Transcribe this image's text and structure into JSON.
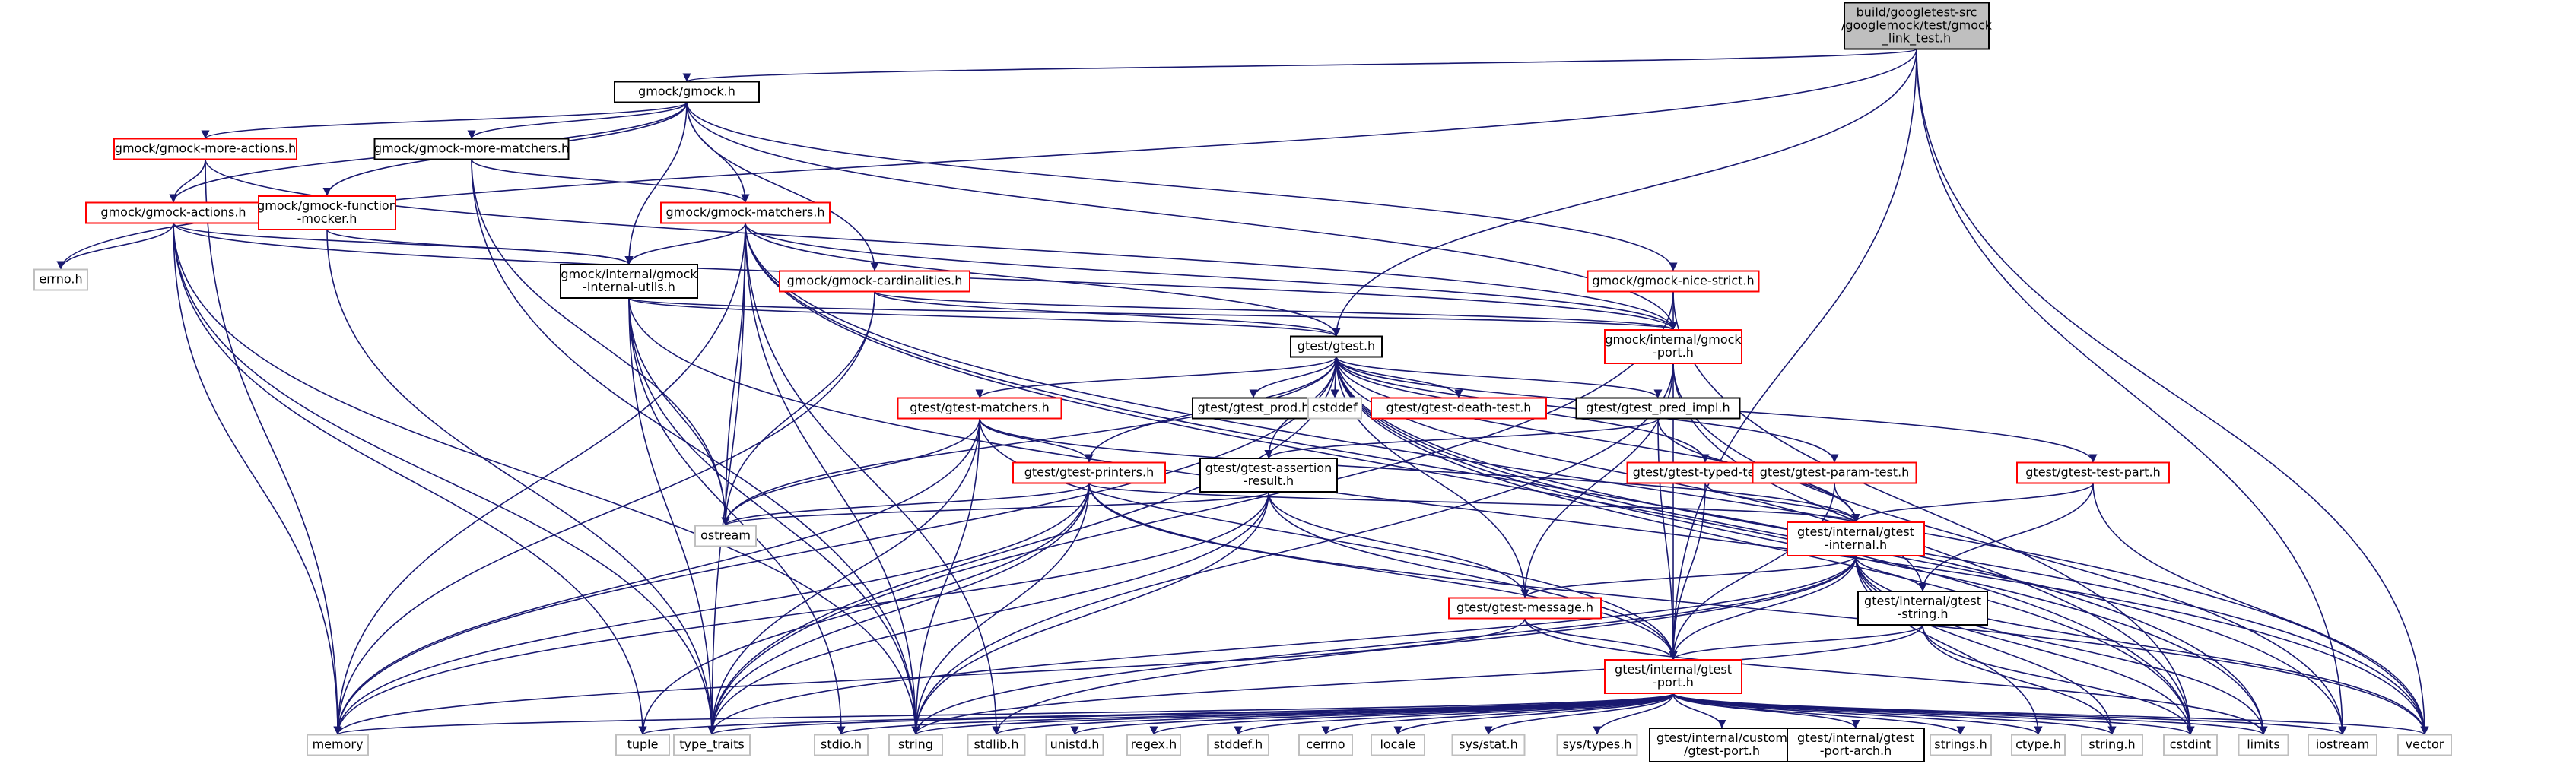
{
  "colors": {
    "edge": "#191970",
    "default_border": "#000000",
    "missing_border": "#ff0000",
    "system_border": "#bfbfbf",
    "root_fill": "#bfbfbf",
    "fill": "#ffffff"
  },
  "nodes": [
    {
      "id": "root",
      "lines": [
        "build/googletest-src",
        "/googlemock/test/gmock",
        "_link_test.h"
      ],
      "kind": "root"
    },
    {
      "id": "gmock_h",
      "lines": [
        "gmock/gmock.h"
      ],
      "kind": "default"
    },
    {
      "id": "more_actions",
      "lines": [
        "gmock/gmock-more-actions.h"
      ],
      "kind": "missing"
    },
    {
      "id": "more_matchers",
      "lines": [
        "gmock/gmock-more-matchers.h"
      ],
      "kind": "default"
    },
    {
      "id": "actions",
      "lines": [
        "gmock/gmock-actions.h"
      ],
      "kind": "missing"
    },
    {
      "id": "function_mocker",
      "lines": [
        "gmock/gmock-function",
        "-mocker.h"
      ],
      "kind": "missing"
    },
    {
      "id": "matchers",
      "lines": [
        "gmock/gmock-matchers.h"
      ],
      "kind": "missing"
    },
    {
      "id": "errno",
      "lines": [
        "errno.h"
      ],
      "kind": "system"
    },
    {
      "id": "internal_utils",
      "lines": [
        "gmock/internal/gmock",
        "-internal-utils.h"
      ],
      "kind": "default"
    },
    {
      "id": "cardinalities",
      "lines": [
        "gmock/gmock-cardinalities.h"
      ],
      "kind": "missing"
    },
    {
      "id": "nice_strict",
      "lines": [
        "gmock/gmock-nice-strict.h"
      ],
      "kind": "missing"
    },
    {
      "id": "gmock_port",
      "lines": [
        "gmock/internal/gmock",
        "-port.h"
      ],
      "kind": "missing"
    },
    {
      "id": "gtest_h",
      "lines": [
        "gtest/gtest.h"
      ],
      "kind": "default"
    },
    {
      "id": "gtest_matchers",
      "lines": [
        "gtest/gtest-matchers.h"
      ],
      "kind": "missing"
    },
    {
      "id": "gtest_prod",
      "lines": [
        "gtest/gtest_prod.h"
      ],
      "kind": "default"
    },
    {
      "id": "cstddef",
      "lines": [
        "cstddef"
      ],
      "kind": "system"
    },
    {
      "id": "death_test",
      "lines": [
        "gtest/gtest-death-test.h"
      ],
      "kind": "missing"
    },
    {
      "id": "pred_impl",
      "lines": [
        "gtest/gtest_pred_impl.h"
      ],
      "kind": "default"
    },
    {
      "id": "printers",
      "lines": [
        "gtest/gtest-printers.h"
      ],
      "kind": "missing"
    },
    {
      "id": "assertion_result",
      "lines": [
        "gtest/gtest-assertion",
        "-result.h"
      ],
      "kind": "default"
    },
    {
      "id": "typed_test",
      "lines": [
        "gtest/gtest-typed-test.h"
      ],
      "kind": "missing"
    },
    {
      "id": "param_test",
      "lines": [
        "gtest/gtest-param-test.h"
      ],
      "kind": "missing"
    },
    {
      "id": "test_part",
      "lines": [
        "gtest/gtest-test-part.h"
      ],
      "kind": "missing"
    },
    {
      "id": "ostream",
      "lines": [
        "ostream"
      ],
      "kind": "system"
    },
    {
      "id": "gtest_internal",
      "lines": [
        "gtest/internal/gtest",
        "-internal.h"
      ],
      "kind": "missing"
    },
    {
      "id": "gtest_message",
      "lines": [
        "gtest/gtest-message.h"
      ],
      "kind": "missing"
    },
    {
      "id": "gtest_string",
      "lines": [
        "gtest/internal/gtest",
        "-string.h"
      ],
      "kind": "default"
    },
    {
      "id": "gtest_port",
      "lines": [
        "gtest/internal/gtest",
        "-port.h"
      ],
      "kind": "missing"
    },
    {
      "id": "memory",
      "lines": [
        "memory"
      ],
      "kind": "system"
    },
    {
      "id": "tuple",
      "lines": [
        "tuple"
      ],
      "kind": "system"
    },
    {
      "id": "type_traits",
      "lines": [
        "type_traits"
      ],
      "kind": "system"
    },
    {
      "id": "stdio",
      "lines": [
        "stdio.h"
      ],
      "kind": "system"
    },
    {
      "id": "string",
      "lines": [
        "string"
      ],
      "kind": "system"
    },
    {
      "id": "stdlib",
      "lines": [
        "stdlib.h"
      ],
      "kind": "system"
    },
    {
      "id": "unistd",
      "lines": [
        "unistd.h"
      ],
      "kind": "system"
    },
    {
      "id": "regex",
      "lines": [
        "regex.h"
      ],
      "kind": "system"
    },
    {
      "id": "stddef",
      "lines": [
        "stddef.h"
      ],
      "kind": "system"
    },
    {
      "id": "cerrno",
      "lines": [
        "cerrno"
      ],
      "kind": "system"
    },
    {
      "id": "locale",
      "lines": [
        "locale"
      ],
      "kind": "system"
    },
    {
      "id": "sys_stat",
      "lines": [
        "sys/stat.h"
      ],
      "kind": "system"
    },
    {
      "id": "sys_types",
      "lines": [
        "sys/types.h"
      ],
      "kind": "system"
    },
    {
      "id": "custom_port",
      "lines": [
        "gtest/internal/custom",
        "/gtest-port.h"
      ],
      "kind": "default"
    },
    {
      "id": "port_arch",
      "lines": [
        "gtest/internal/gtest",
        "-port-arch.h"
      ],
      "kind": "default"
    },
    {
      "id": "strings",
      "lines": [
        "strings.h"
      ],
      "kind": "system"
    },
    {
      "id": "ctype",
      "lines": [
        "ctype.h"
      ],
      "kind": "system"
    },
    {
      "id": "string_h",
      "lines": [
        "string.h"
      ],
      "kind": "system"
    },
    {
      "id": "cstdint",
      "lines": [
        "cstdint"
      ],
      "kind": "system"
    },
    {
      "id": "limits",
      "lines": [
        "limits"
      ],
      "kind": "system"
    },
    {
      "id": "iostream",
      "lines": [
        "iostream"
      ],
      "kind": "system"
    },
    {
      "id": "vector",
      "lines": [
        "vector"
      ],
      "kind": "system"
    }
  ],
  "edges": [
    [
      "root",
      "gmock_h"
    ],
    [
      "root",
      "gtest_h"
    ],
    [
      "root",
      "errno"
    ],
    [
      "root",
      "vector"
    ],
    [
      "root",
      "iostream"
    ],
    [
      "root",
      "gtest_port"
    ],
    [
      "gmock_h",
      "more_actions"
    ],
    [
      "gmock_h",
      "more_matchers"
    ],
    [
      "gmock_h",
      "actions"
    ],
    [
      "gmock_h",
      "function_mocker"
    ],
    [
      "gmock_h",
      "matchers"
    ],
    [
      "gmock_h",
      "internal_utils"
    ],
    [
      "gmock_h",
      "cardinalities"
    ],
    [
      "gmock_h",
      "nice_strict"
    ],
    [
      "gmock_h",
      "gmock_port"
    ],
    [
      "more_actions",
      "actions"
    ],
    [
      "more_actions",
      "gmock_port"
    ],
    [
      "more_actions",
      "memory"
    ],
    [
      "more_matchers",
      "matchers"
    ],
    [
      "more_matchers",
      "ostream"
    ],
    [
      "more_matchers",
      "string"
    ],
    [
      "actions",
      "errno"
    ],
    [
      "actions",
      "internal_utils"
    ],
    [
      "actions",
      "gmock_port"
    ],
    [
      "actions",
      "memory"
    ],
    [
      "actions",
      "tuple"
    ],
    [
      "actions",
      "type_traits"
    ],
    [
      "actions",
      "string"
    ],
    [
      "function_mocker",
      "internal_utils"
    ],
    [
      "function_mocker",
      "type_traits"
    ],
    [
      "matchers",
      "internal_utils"
    ],
    [
      "matchers",
      "gmock_port"
    ],
    [
      "matchers",
      "gtest_h"
    ],
    [
      "matchers",
      "ostream"
    ],
    [
      "matchers",
      "memory"
    ],
    [
      "matchers",
      "type_traits"
    ],
    [
      "matchers",
      "stdlib"
    ],
    [
      "matchers",
      "cstdint"
    ],
    [
      "matchers",
      "vector"
    ],
    [
      "matchers",
      "limits"
    ],
    [
      "matchers",
      "string"
    ],
    [
      "internal_utils",
      "gmock_port"
    ],
    [
      "internal_utils",
      "gtest_h"
    ],
    [
      "internal_utils",
      "ostream"
    ],
    [
      "internal_utils",
      "string"
    ],
    [
      "internal_utils",
      "type_traits"
    ],
    [
      "internal_utils",
      "stdio"
    ],
    [
      "internal_utils",
      "vector"
    ],
    [
      "cardinalities",
      "gmock_port"
    ],
    [
      "cardinalities",
      "gtest_h"
    ],
    [
      "cardinalities",
      "memory"
    ],
    [
      "cardinalities",
      "ostream"
    ],
    [
      "nice_strict",
      "gmock_port"
    ],
    [
      "nice_strict",
      "type_traits"
    ],
    [
      "nice_strict",
      "cstdint"
    ],
    [
      "gmock_port",
      "gtest_port"
    ],
    [
      "gmock_port",
      "gtest_message"
    ],
    [
      "gmock_port",
      "iostream"
    ],
    [
      "gmock_port",
      "cstdint"
    ],
    [
      "gmock_port",
      "string"
    ],
    [
      "gtest_h",
      "gtest_matchers"
    ],
    [
      "gtest_h",
      "gtest_prod"
    ],
    [
      "gtest_h",
      "cstddef"
    ],
    [
      "gtest_h",
      "death_test"
    ],
    [
      "gtest_h",
      "pred_impl"
    ],
    [
      "gtest_h",
      "printers"
    ],
    [
      "gtest_h",
      "assertion_result"
    ],
    [
      "gtest_h",
      "typed_test"
    ],
    [
      "gtest_h",
      "param_test"
    ],
    [
      "gtest_h",
      "test_part"
    ],
    [
      "gtest_h",
      "gtest_internal"
    ],
    [
      "gtest_h",
      "gtest_string"
    ],
    [
      "gtest_h",
      "gtest_message"
    ],
    [
      "gtest_h",
      "ostream"
    ],
    [
      "gtest_h",
      "memory"
    ],
    [
      "gtest_h",
      "type_traits"
    ],
    [
      "gtest_h",
      "vector"
    ],
    [
      "gtest_h",
      "limits"
    ],
    [
      "gtest_h",
      "cstdint"
    ],
    [
      "gtest_h",
      "iostream"
    ],
    [
      "gtest_matchers",
      "printers"
    ],
    [
      "gtest_matchers",
      "gtest_internal"
    ],
    [
      "gtest_matchers",
      "gtest_port"
    ],
    [
      "gtest_matchers",
      "ostream"
    ],
    [
      "gtest_matchers",
      "memory"
    ],
    [
      "gtest_matchers",
      "string"
    ],
    [
      "gtest_matchers",
      "type_traits"
    ],
    [
      "gtest_matchers",
      "atomic_none"
    ],
    [
      "pred_impl",
      "assertion_result"
    ],
    [
      "pred_impl",
      "gtest_internal"
    ],
    [
      "pred_impl",
      "gtest_port"
    ],
    [
      "printers",
      "gtest_internal"
    ],
    [
      "printers",
      "gtest_port"
    ],
    [
      "printers",
      "ostream"
    ],
    [
      "printers",
      "memory"
    ],
    [
      "printers",
      "string"
    ],
    [
      "printers",
      "tuple"
    ],
    [
      "printers",
      "type_traits"
    ],
    [
      "printers",
      "vector"
    ],
    [
      "assertion_result",
      "gtest_message"
    ],
    [
      "assertion_result",
      "gtest_port"
    ],
    [
      "assertion_result",
      "ostream"
    ],
    [
      "assertion_result",
      "memory"
    ],
    [
      "assertion_result",
      "string"
    ],
    [
      "assertion_result",
      "type_traits"
    ],
    [
      "typed_test",
      "gtest_internal"
    ],
    [
      "typed_test",
      "gtest_port"
    ],
    [
      "param_test",
      "gtest_internal"
    ],
    [
      "param_test",
      "gtest_port"
    ],
    [
      "test_part",
      "gtest_internal"
    ],
    [
      "test_part",
      "gtest_string"
    ],
    [
      "test_part",
      "vector"
    ],
    [
      "gtest_internal",
      "gtest_message"
    ],
    [
      "gtest_internal",
      "gtest_string"
    ],
    [
      "gtest_internal",
      "gtest_port"
    ],
    [
      "gtest_internal",
      "ctype"
    ],
    [
      "gtest_internal",
      "string_h"
    ],
    [
      "gtest_internal",
      "cstdint"
    ],
    [
      "gtest_internal",
      "limits"
    ],
    [
      "gtest_internal",
      "vector"
    ],
    [
      "gtest_internal",
      "type_traits"
    ],
    [
      "gtest_internal",
      "string"
    ],
    [
      "gtest_internal",
      "stdlib"
    ],
    [
      "gtest_message",
      "gtest_port"
    ],
    [
      "gtest_message",
      "memory"
    ],
    [
      "gtest_message",
      "limits"
    ],
    [
      "gtest_string",
      "gtest_port"
    ],
    [
      "gtest_string",
      "string_h"
    ],
    [
      "gtest_string",
      "cstdint"
    ],
    [
      "gtest_string",
      "string"
    ],
    [
      "gtest_port",
      "memory"
    ],
    [
      "gtest_port",
      "tuple"
    ],
    [
      "gtest_port",
      "type_traits"
    ],
    [
      "gtest_port",
      "stdio"
    ],
    [
      "gtest_port",
      "string"
    ],
    [
      "gtest_port",
      "stdlib"
    ],
    [
      "gtest_port",
      "unistd"
    ],
    [
      "gtest_port",
      "regex"
    ],
    [
      "gtest_port",
      "stddef"
    ],
    [
      "gtest_port",
      "cerrno"
    ],
    [
      "gtest_port",
      "locale"
    ],
    [
      "gtest_port",
      "sys_stat"
    ],
    [
      "gtest_port",
      "sys_types"
    ],
    [
      "gtest_port",
      "custom_port"
    ],
    [
      "gtest_port",
      "port_arch"
    ],
    [
      "gtest_port",
      "strings"
    ],
    [
      "gtest_port",
      "ctype"
    ],
    [
      "gtest_port",
      "string_h"
    ],
    [
      "gtest_port",
      "cstdint"
    ],
    [
      "gtest_port",
      "limits"
    ],
    [
      "gtest_port",
      "iostream"
    ],
    [
      "gtest_port",
      "vector"
    ]
  ]
}
